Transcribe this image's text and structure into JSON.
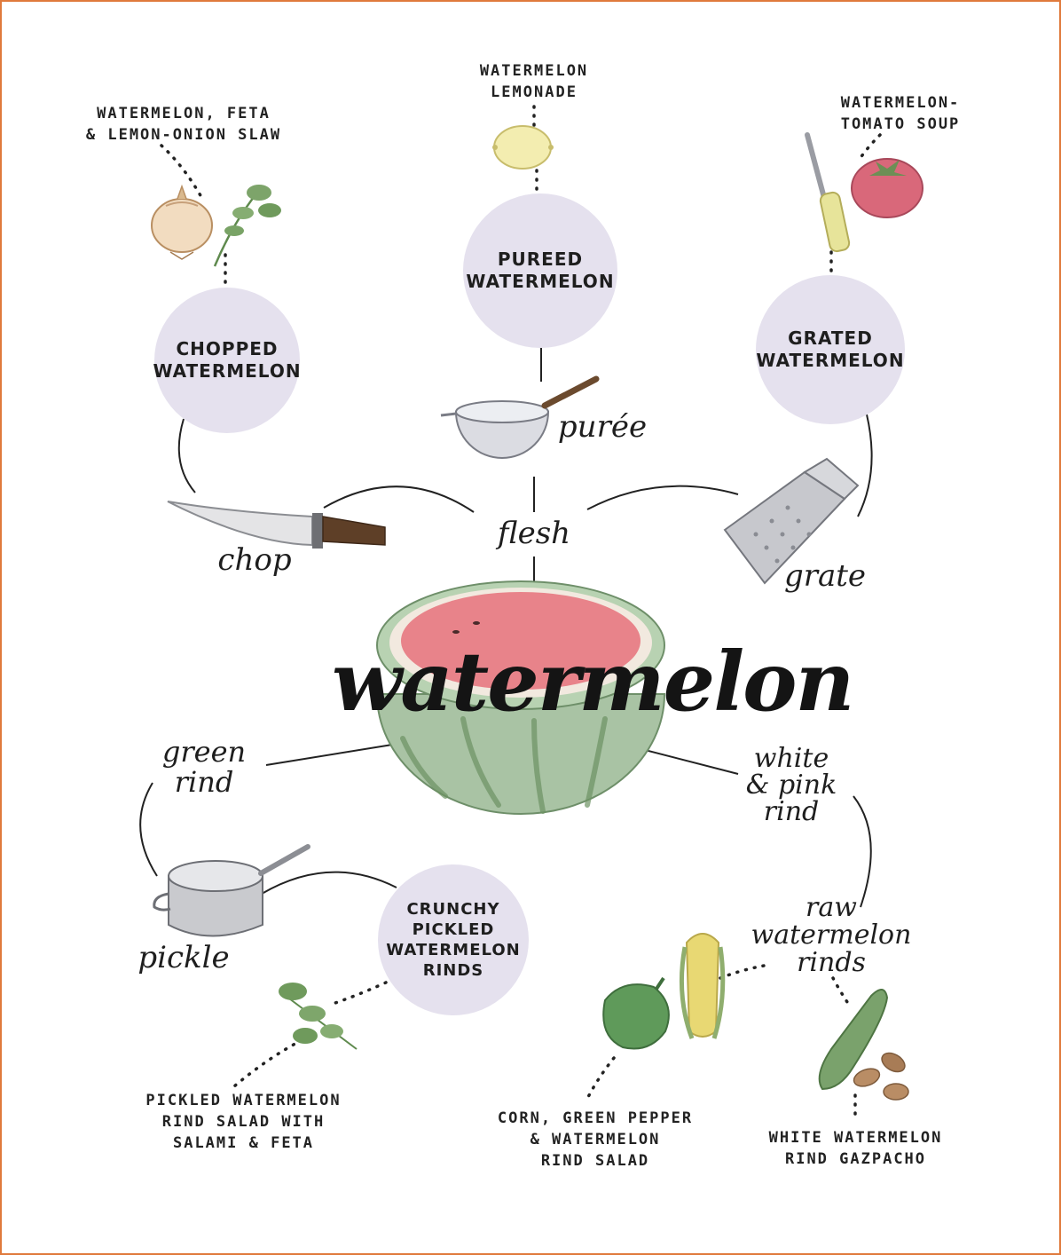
{
  "diagram": {
    "title": "watermelon",
    "branches": {
      "flesh": "flesh",
      "green_rind": "green\nrind",
      "white_pink_rind": "white\n& pink\nrind"
    },
    "verbs": {
      "chop": "chop",
      "puree": "purée",
      "grate": "grate",
      "pickle": "pickle",
      "raw": "raw\nwatermelon\nrinds"
    },
    "circles": {
      "chopped": "CHOPPED\nWATERMELON",
      "pureed": "PUREED\nWATERMELON",
      "grated": "GRATED\nWATERMELON",
      "pickled": "CRUNCHY\nPICKLED\nWATERMELON\nRINDS"
    },
    "recipes": {
      "slaw": "WATERMELON, FETA\n& LEMON-ONION SLAW",
      "lemonade": "WATERMELON\nLEMONADE",
      "soup": "WATERMELON-\nTOMATO SOUP",
      "salami": "PICKLED WATERMELON\nRIND SALAD WITH\nSALAMI & FETA",
      "corn": "CORN, GREEN PEPPER\n& WATERMELON\nRIND SALAD",
      "gazpacho": "WHITE WATERMELON\nRIND GAZPACHO"
    }
  },
  "colors": {
    "border": "#e07a3c",
    "circle": "#e5e1ee",
    "ink": "#1e1e1e",
    "rind_green": "#8fae86",
    "flesh_red": "#e8838a"
  },
  "icons": [
    "onion-icon",
    "parsley-sprig-icon",
    "lemon-icon",
    "strainer-icon",
    "peeler-icon",
    "tomato-icon",
    "knife-icon",
    "grater-icon",
    "watermelon-icon",
    "saucepan-icon",
    "parsley-icon",
    "bell-pepper-icon",
    "corn-icon",
    "cucumber-icon",
    "almonds-icon"
  ]
}
